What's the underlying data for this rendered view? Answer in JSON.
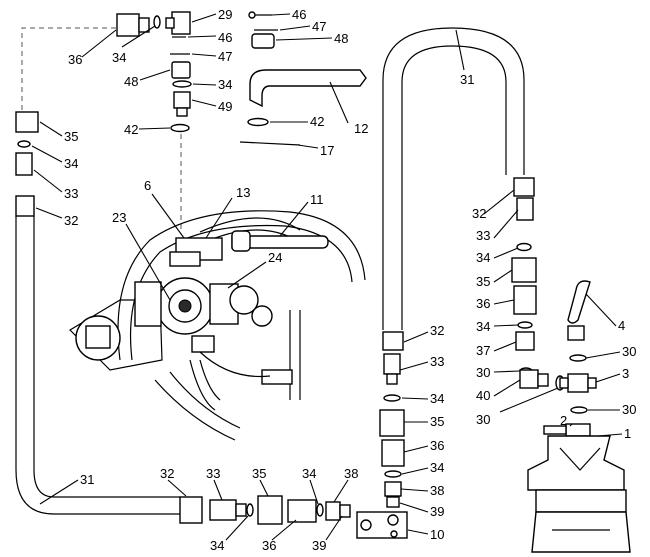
{
  "callouts": {
    "c36a": "36",
    "c34a": "34",
    "c29": "29",
    "c46a": "46",
    "c47a": "47",
    "c48a": "48",
    "c46b": "46",
    "c47b": "47",
    "c48b": "48",
    "c34b": "34",
    "c49": "49",
    "c42a": "42",
    "c42b": "42",
    "c12": "12",
    "c17": "17",
    "c31a": "31",
    "c35a": "35",
    "c34c": "34",
    "c33a": "33",
    "c32a": "32",
    "c6": "6",
    "c13": "13",
    "c11": "11",
    "c23": "23",
    "c24": "24",
    "c32b": "32",
    "c33b": "33",
    "c34d": "34",
    "c35b": "35",
    "c36b": "36",
    "c34e": "34",
    "c37": "37",
    "c30a": "30",
    "c40": "40",
    "c4": "4",
    "c30b": "30",
    "c3": "3",
    "c30c": "30",
    "c30d": "30",
    "c2": "2",
    "c1": "1",
    "c32c": "32",
    "c33c": "33",
    "c34f": "34",
    "c35c": "35",
    "c36c": "36",
    "c34g": "34",
    "c38a": "38",
    "c39a": "39",
    "c10": "10",
    "c31b": "31",
    "c32d": "32",
    "c33d": "33",
    "c35d": "35",
    "c34h": "34",
    "c38b": "38",
    "c34i": "34",
    "c36d": "36",
    "c39b": "39"
  }
}
